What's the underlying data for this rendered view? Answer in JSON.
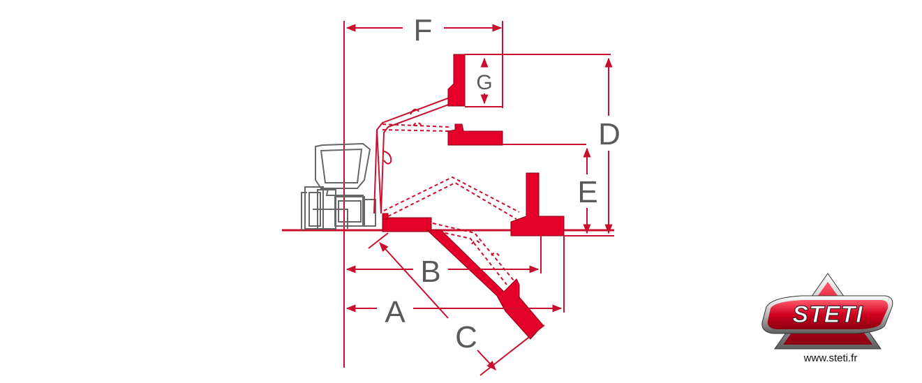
{
  "dimensions": {
    "a": "A",
    "b": "B",
    "c": "C",
    "d": "D",
    "e": "E",
    "f": "F",
    "g": "G"
  },
  "brand": {
    "logo_text": "STETI",
    "website": "www.steti.fr",
    "colors": {
      "dimension_line": "#c8102e",
      "machine_red": "#e4002b",
      "tractor_outline": "#666666",
      "label_gray": "#5a5a5a"
    }
  }
}
